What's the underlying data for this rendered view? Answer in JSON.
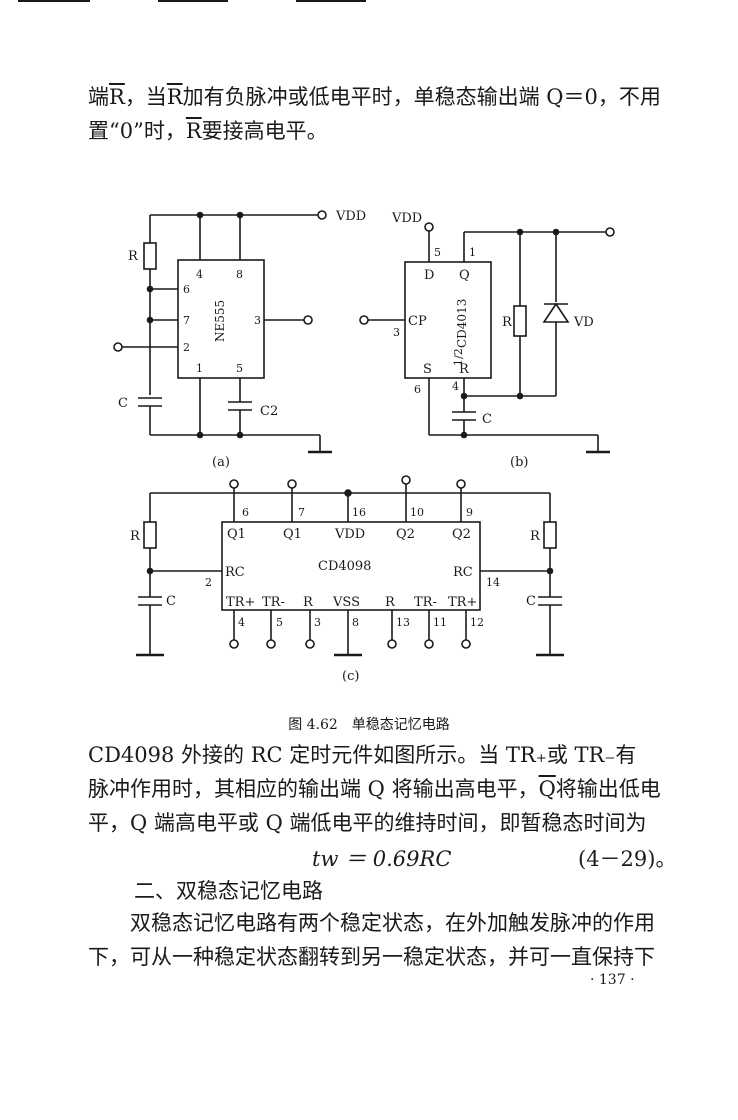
{
  "intro": {
    "line1": {
      "p1": "端",
      "rbar1": "R",
      "p2": "，当",
      "rbar2": "R",
      "p3": "加有负脉冲或低电平时，单稳态输出端 Q＝0，不用"
    },
    "line2": {
      "p1": "置“0”时，",
      "rbar": "R",
      "p2": "要接高电平。"
    }
  },
  "fig_a": {
    "vdd": "VDD",
    "r": "R",
    "c": "C",
    "c2": "C2",
    "chip": "NE555",
    "pins": {
      "p4": "4",
      "p8": "8",
      "p6": "6",
      "p7": "7",
      "p2": "2",
      "p3": "3",
      "p1": "1",
      "p5": "5"
    },
    "label": "(a)"
  },
  "fig_b": {
    "vdd": "VDD",
    "chip_num": "CD4013",
    "frac": "1/2",
    "pins": {
      "d": "D",
      "q": "Q",
      "cp": "CP",
      "s": "S",
      "r": "R",
      "p5": "5",
      "p1": "1",
      "p3": "3",
      "p6": "6",
      "p4": "4"
    },
    "r": "R",
    "c": "C",
    "vd": "VD",
    "label": "(b)"
  },
  "fig_c": {
    "chip": "CD4098",
    "top_labels": [
      "Q1",
      "Q1",
      "VDD",
      "Q2",
      "Q2"
    ],
    "top_pins": [
      "6",
      "7",
      "16",
      "10",
      "9"
    ],
    "bottom_labels": [
      "TR+",
      "TR-",
      "R",
      "VSS",
      "R",
      "TR-",
      "TR+"
    ],
    "bottom_pins": [
      "4",
      "5",
      "3",
      "8",
      "13",
      "11",
      "12"
    ],
    "rc_left": "RC",
    "rc_right": "RC",
    "pin_left": "2",
    "pin_right": "14",
    "r": "R",
    "c": "C",
    "label": "(c)"
  },
  "caption": "图 4.62　单稳态记忆电路",
  "body1": {
    "line1": "CD4098 外接的 RC 定时元件如图所示。当 TR₊或 TR₋有",
    "line2a": "脉冲作用时，其相应的输出端 Q 将输出高电平，",
    "line2q": "Q",
    "line2b": "将输出低电",
    "line3": "平，Q 端高电平或 Q 端低电平的维持时间，即暂稳态时间为"
  },
  "formula": {
    "expr": "tw ＝ 0.69RC",
    "num": "(4－29)。"
  },
  "section_title": "二、双稳态记忆电路",
  "body2": {
    "line1": "双稳态记忆电路有两个稳定状态，在外加触发脉冲的作用",
    "line2": "下，可从一种稳定状态翻转到另一稳定状态，并可一直保持下"
  },
  "page_number": "· 137 ·"
}
